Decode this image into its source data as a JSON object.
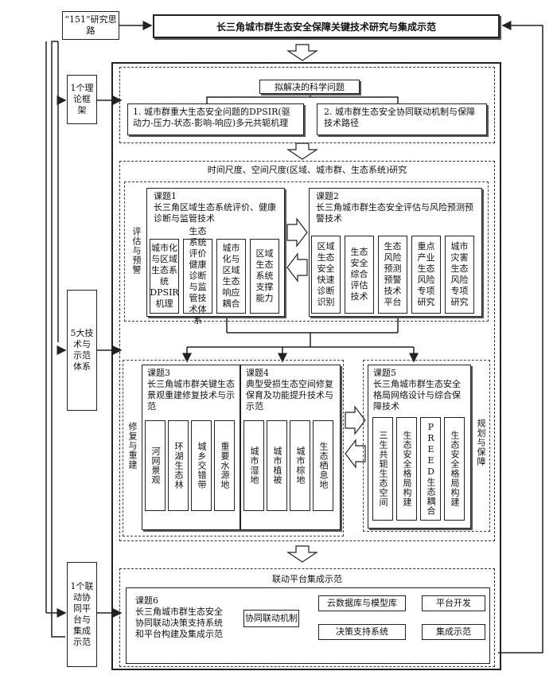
{
  "left_column": {
    "idea": "“151”研究思路",
    "theory": "1个理论框架",
    "tech": "5大技术与示范体系",
    "platform": "1个联动协同平台与集成示范"
  },
  "top_title": "长三角城市群生态安全保障关键技术研究与集成示范",
  "science": {
    "header": "拟解决的科学问题",
    "q1": "1. 城市群重大生态安全问题的DPSIR(驱动力-压力-状态-影响-响应)多元共轭机理",
    "q2": "2. 城市群生态安全协同联动机制与保障技术路径"
  },
  "scale_header": "时间尺度、空间尺度(区域、城市群、生态系统)研究",
  "assess_label": "评估与预警",
  "topic1": {
    "title": "课题1\n长三角区域生态系统评价、健康诊断与监管技术",
    "items": [
      "城市化与区域生态系统DPSIR机理",
      "生态系统评价健康诊断与监管技术体系",
      "城市化与区域生态响应耦合",
      "区域生态系统支撑能力"
    ]
  },
  "topic2": {
    "title": "课题2\n长三角城市群生态安全评估与风险预测预警技术",
    "items": [
      "区域生态安全快速诊断识别",
      "生态安全综合评估技术",
      "生态风险预测预警技术平台",
      "重点产业生态风险专项研究",
      "城市灾害生态风险专项研究"
    ]
  },
  "restore_label": "修复与重建",
  "topic3": {
    "title": "课题3\n长三角城市群关键生态景观重建修复技术与示范",
    "items": [
      "河网景观",
      "环湖生态林",
      "城乡交错带",
      "重要水源地"
    ]
  },
  "topic4": {
    "title": "课题4\n典型受损生态空间修复保育及功能提升技术与示范",
    "items": [
      "城市湿地",
      "城市植被",
      "城市棕地",
      "生态栖息地"
    ]
  },
  "plan_label": "规划与保障",
  "topic5": {
    "title": "课题5\n长三角城市群生态安全格局网络设计与综合保障技术",
    "items": [
      "三生共轭生态空间",
      "生态安全格局构建",
      "PREED生态耦合",
      "生态安全格局构建"
    ]
  },
  "platform_header": "联动平台集成示范",
  "topic6": {
    "title": "课题6\n长三角城市群生态安全协同联动决策支持系统和平台构建及集成示范",
    "mech": "协同联动机制",
    "cloud": "云数据库与模型库",
    "decision": "决策支持系统",
    "dev": "平台开发",
    "demo": "集成示范"
  }
}
